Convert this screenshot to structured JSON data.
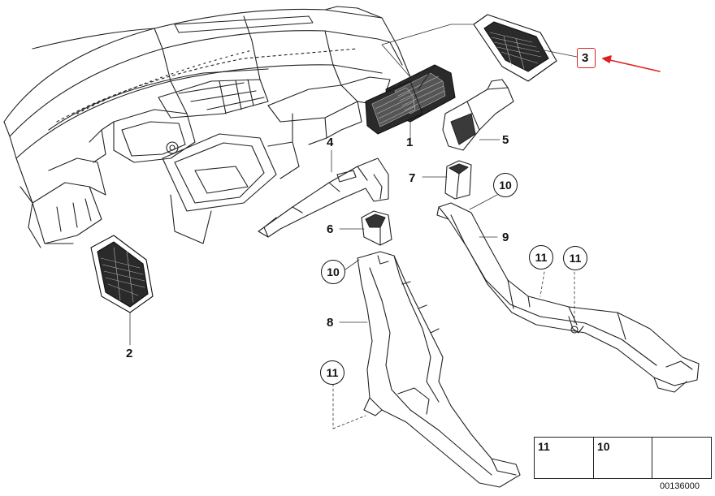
{
  "callouts": {
    "p1": "1",
    "p2": "2",
    "p3": "3",
    "p4": "4",
    "p5": "5",
    "p6": "6",
    "p7": "7",
    "p8": "8",
    "p9": "9",
    "p10a": "10",
    "p10b": "10",
    "p11a": "11",
    "p11b": "11",
    "p11c": "11"
  },
  "legend": {
    "nut_number": "11",
    "clip_number": "10"
  },
  "document_number": "00136000",
  "colors": {
    "line": "#111111",
    "highlight": "#d22222",
    "vent_dark": "#2a2a2a"
  }
}
